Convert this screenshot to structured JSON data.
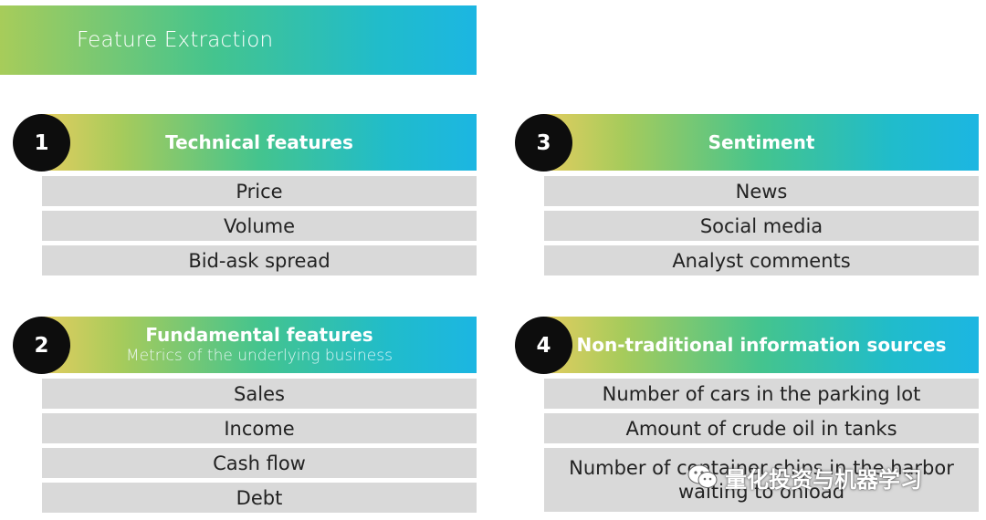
{
  "title": "Feature Extraction",
  "sections": [
    {
      "number": "1",
      "title": "Technical features",
      "subtitle": "",
      "items": [
        "Price",
        "Volume",
        "Bid-ask spread"
      ]
    },
    {
      "number": "2",
      "title": "Fundamental features",
      "subtitle": "Metrics of the underlying business",
      "items": [
        "Sales",
        "Income",
        "Cash flow",
        "Debt"
      ]
    },
    {
      "number": "3",
      "title": "Sentiment",
      "subtitle": "",
      "items": [
        "News",
        "Social media",
        "Analyst comments"
      ]
    },
    {
      "number": "4",
      "title": "Non-traditional information sources",
      "subtitle": "",
      "items": [
        "Number of cars in the parking lot",
        "Amount of crude oil in tanks",
        "Number of container ships in the harbor waiting to onload"
      ]
    }
  ],
  "watermark": "量化投资与机器学习",
  "colors": {
    "gradient_start": "#e3cd60",
    "gradient_mid": "#44c48e",
    "gradient_end": "#1cb6e2",
    "row_bg": "#d9d9d9",
    "circle": "#0d0d0d"
  }
}
